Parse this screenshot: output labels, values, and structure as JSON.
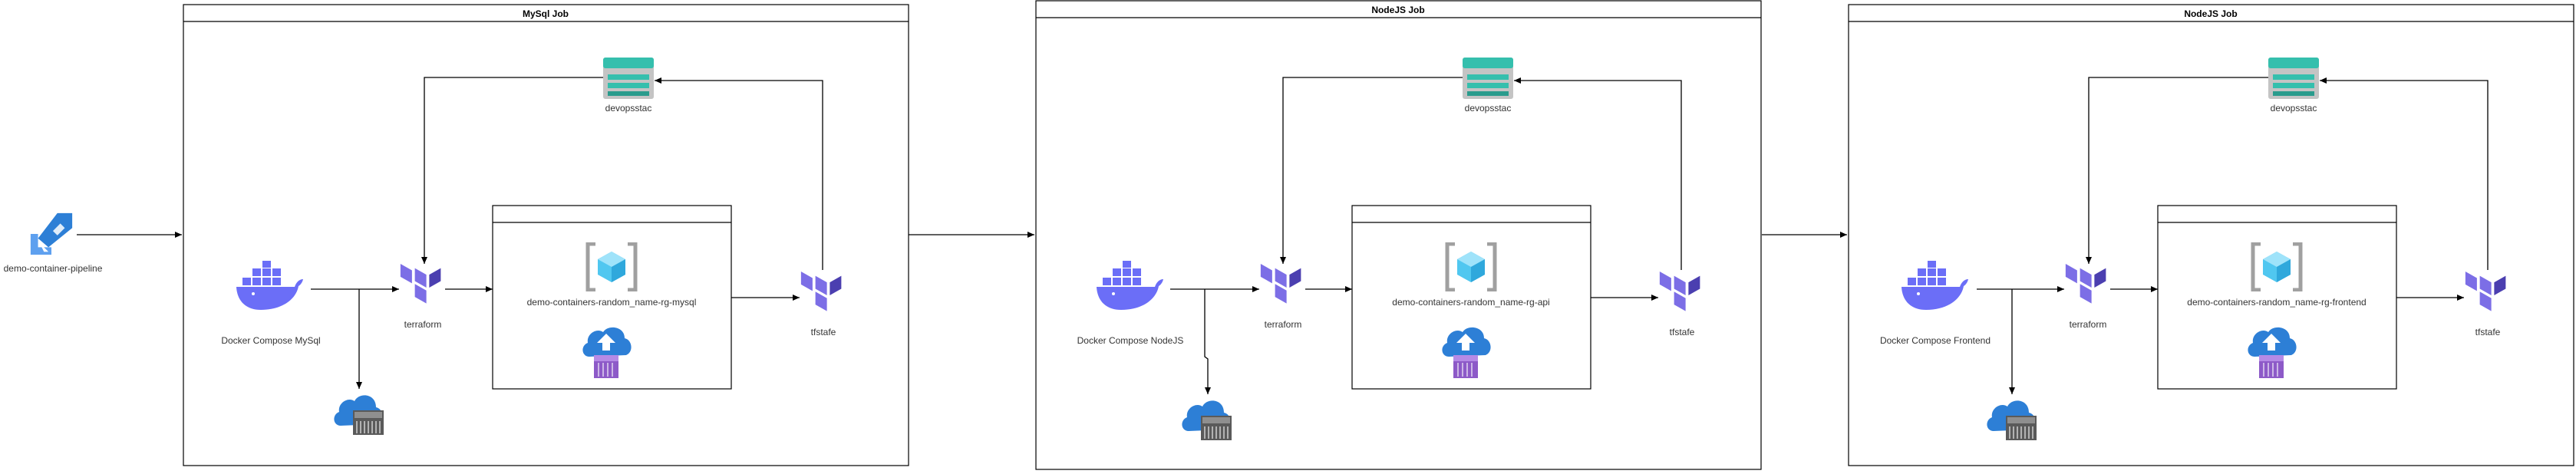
{
  "pipeline": {
    "label": "demo-container-pipeline",
    "icon": "azure-pipelines-icon"
  },
  "jobs": [
    {
      "title": "MySql Job",
      "docker_label": "Docker Compose MySql",
      "storage_label": "devopsstac",
      "terraform_label": "terraform",
      "tfstate_label": "tfstafe",
      "resource_group_label": "demo-containers-random_name-rg-mysql"
    },
    {
      "title": "NodeJS Job",
      "docker_label": "Docker Compose NodeJS",
      "storage_label": "devopsstac",
      "terraform_label": "terraform",
      "tfstate_label": "tfstafe",
      "resource_group_label": "demo-containers-random_name-rg-api"
    },
    {
      "title": "NodeJS Job",
      "docker_label": "Docker Compose Frontend",
      "storage_label": "devopsstac",
      "terraform_label": "terraform",
      "tfstate_label": "tfstafe",
      "resource_group_label": "demo-containers-random_name-rg-frontend"
    }
  ],
  "colors": {
    "docker": "#6b6ef7",
    "terraform_dark": "#4b3fb0",
    "terraform_light": "#7c6ee6",
    "storage_teal": "#35bfad",
    "storage_gray": "#c4c4c4",
    "azure_blue": "#2d7fd6",
    "container_instance_purple": "#8d5ac8"
  }
}
